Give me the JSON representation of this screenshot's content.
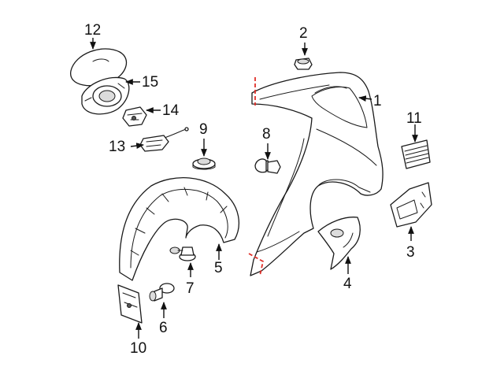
{
  "diagram": {
    "colors": {
      "line": "#1a1a1a",
      "cut_line": "#e0302a",
      "background": "#ffffff"
    },
    "callouts": {
      "c1": "1",
      "c2": "2",
      "c3": "3",
      "c4": "4",
      "c5": "5",
      "c6": "6",
      "c7": "7",
      "c8": "8",
      "c9": "9",
      "c10": "10",
      "c11": "11",
      "c12": "12",
      "c13": "13",
      "c14": "14",
      "c15": "15"
    }
  }
}
